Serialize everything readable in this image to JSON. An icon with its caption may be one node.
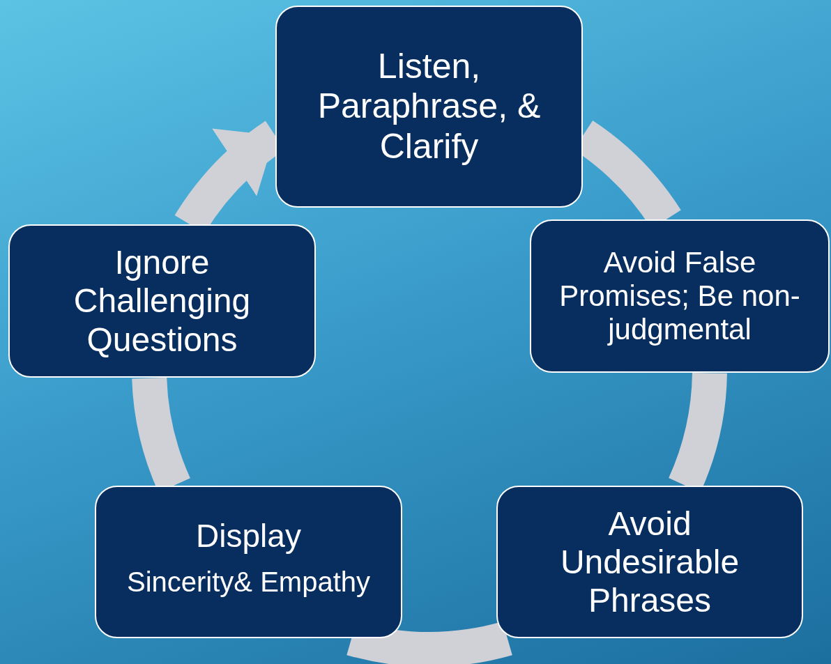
{
  "diagram": {
    "nodes": [
      {
        "text": [
          "Listen, Paraphrase, & Clarify"
        ]
      },
      {
        "text": [
          "Avoid False Promises; Be non-judgmental"
        ]
      },
      {
        "text": [
          "Avoid Undesirable Phrases"
        ]
      },
      {
        "text": [
          "Display",
          "Sincerity& Empathy"
        ]
      },
      {
        "text": [
          "Ignore Challenging Questions"
        ]
      }
    ],
    "edges": [
      {
        "from": 0,
        "to": 1,
        "arrow": "none"
      },
      {
        "from": 1,
        "to": 2,
        "arrow": "none"
      },
      {
        "from": 2,
        "to": 3,
        "arrow": "none"
      },
      {
        "from": 3,
        "to": 4,
        "arrow": "none"
      },
      {
        "from": 4,
        "to": 0,
        "arrow": "to"
      }
    ]
  }
}
